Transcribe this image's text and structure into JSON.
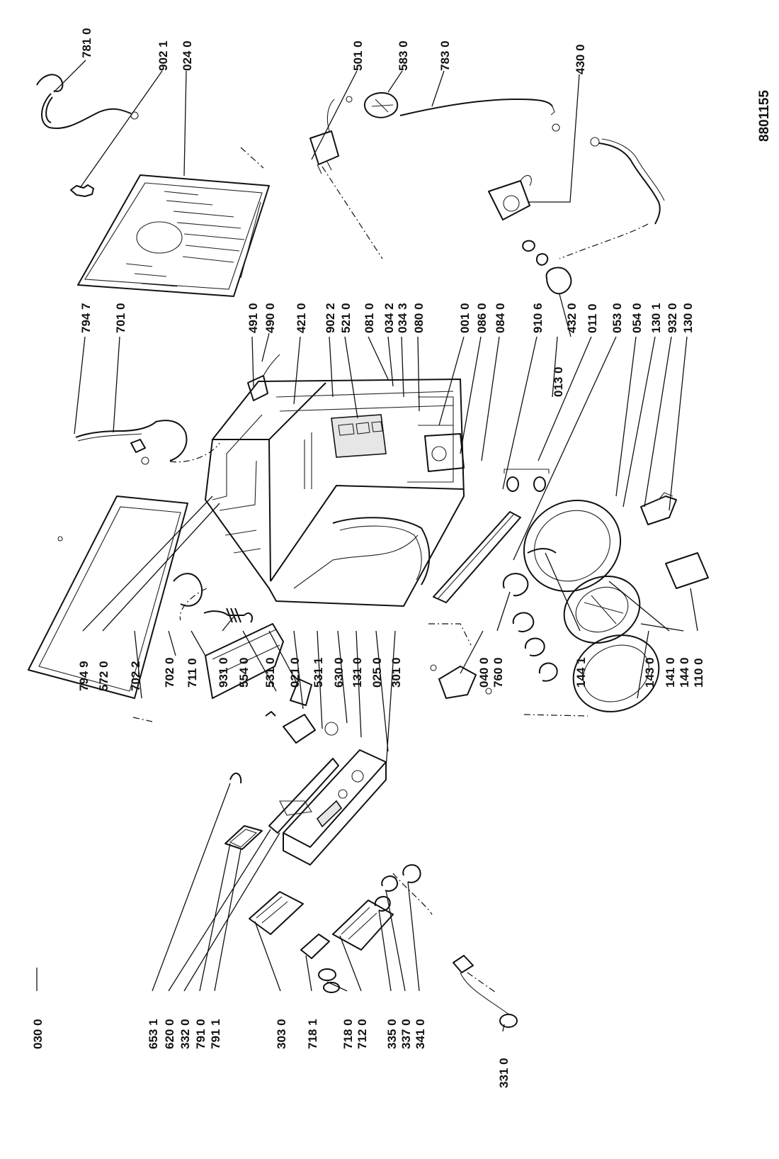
{
  "document_id": "8801155",
  "labels": {
    "p7810": "781 0",
    "p9021": "902 1",
    "p0240": "024 0",
    "p5010": "501 0",
    "p5830": "583 0",
    "p7830": "783 0",
    "p4300": "430 0",
    "p7947": "794 7",
    "p7010": "701 0",
    "p4910": "491 0",
    "p4900": "490 0",
    "p4210": "421 0",
    "p9022": "902 2",
    "p5210": "521 0",
    "p0810": "081 0",
    "p0342": "034 2",
    "p0343": "034 3",
    "p0800": "080 0",
    "p0010": "001 0",
    "p0860": "086 0",
    "p0840": "084 0",
    "p9106": "910 6",
    "p0130": "013 0",
    "p4320": "432 0",
    "p0110": "011 0",
    "p0530": "053 0",
    "p0540": "054 0",
    "p1301": "130 1",
    "p9320": "932 0",
    "p1300": "130 0",
    "p7949": "794 9",
    "p5720": "572 0",
    "p7022": "702 2",
    "p7020": "702 0",
    "p7110": "711 0",
    "p9310": "931 0",
    "p5540": "554 0",
    "p5310": "531 0",
    "p0210": "021 0",
    "p5311": "531 1",
    "p6300": "630 0",
    "p1310": "131 0",
    "p0250": "025 0",
    "p3010": "301 0",
    "p0400": "040 0",
    "p7600": "760 0",
    "p1441": "144 1",
    "p1430": "143 0",
    "p1410": "141 0",
    "p1440": "144 0",
    "p1100": "110 0",
    "p0300": "030 0",
    "p6531": "653 1",
    "p6200": "620 0",
    "p3320": "332 0",
    "p7910": "791 0",
    "p7911": "791 1",
    "p3030": "303 0",
    "p7181": "718 1",
    "p7180": "718 0",
    "p7120": "712 0",
    "p3350": "335 0",
    "p3370": "337 0",
    "p3410": "341 0",
    "p3310": "331 0"
  }
}
